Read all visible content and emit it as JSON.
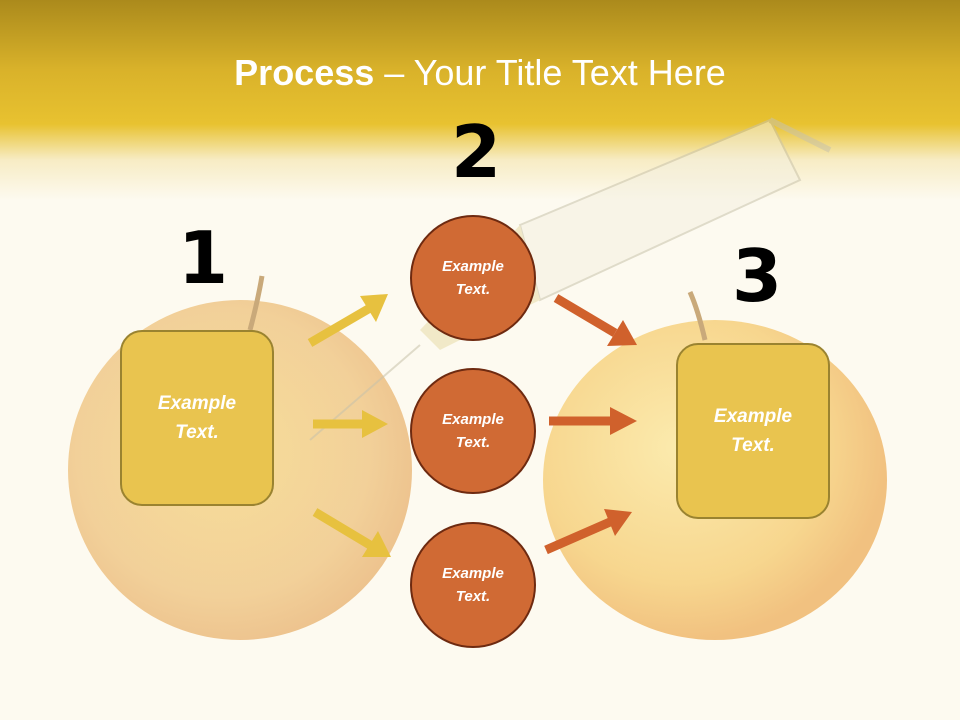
{
  "title": {
    "bold": "Process",
    "rest": " – Your Title Text Here"
  },
  "steps": [
    {
      "number": "1",
      "line1": "Example",
      "line2": "Text."
    },
    {
      "number": "2"
    },
    {
      "number": "3",
      "line1": "Example",
      "line2": "Text."
    }
  ],
  "circles": [
    {
      "line1": "Example",
      "line2": "Text."
    },
    {
      "line1": "Example",
      "line2": "Text."
    },
    {
      "line1": "Example",
      "line2": "Text."
    }
  ],
  "colors": {
    "box": "#e9c44f",
    "circle": "#d06a34",
    "arrow_in": "#e7c13f",
    "arrow_out": "#d0612c"
  }
}
